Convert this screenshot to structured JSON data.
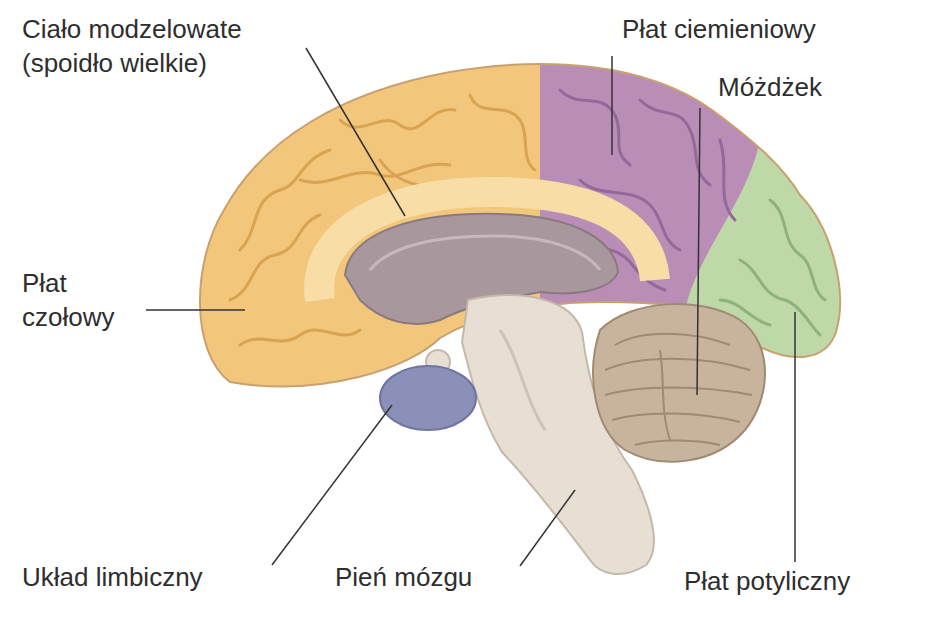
{
  "diagram": {
    "labels": [
      "Ciało modzelowate (spoidło wielkie)",
      "Płat ciemieniowy",
      "Móżdżek",
      "Płat czołowy",
      "Układ limbiczny",
      "Pień mózgu",
      "Płat potyliczny"
    ]
  }
}
